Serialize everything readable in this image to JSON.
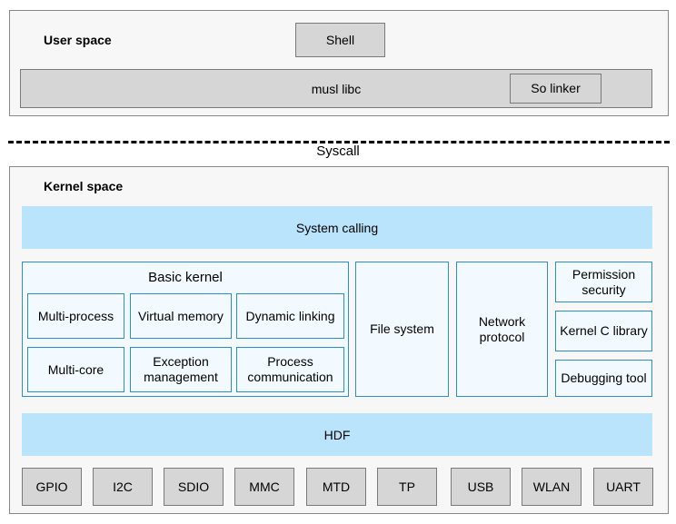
{
  "diagram": {
    "title_user_space": "User space",
    "title_kernel_space": "Kernel space",
    "divider_label": "Syscall"
  },
  "user_space": {
    "shell": "Shell",
    "libc_bar": "musl libc",
    "so_linker": "So linker"
  },
  "kernel_space": {
    "system_calling": "System calling",
    "hdf": "HDF",
    "basic_kernel": {
      "title": "Basic kernel",
      "items": [
        "Multi-process",
        "Virtual memory",
        "Dynamic linking",
        "Multi-core",
        "Exception management",
        "Process communication"
      ]
    },
    "columns": [
      "File system",
      "Network protocol"
    ],
    "right_stack": [
      "Permission security",
      "Kernel C library",
      "Debugging tool"
    ],
    "hal": [
      "GPIO",
      "I2C",
      "SDIO",
      "MMC",
      "MTD",
      "TP",
      "USB",
      "WLAN",
      "UART"
    ]
  },
  "colors": {
    "blue_bar_fill": "#b9e4fb",
    "light_blue_fill": "#f2faff",
    "blue_border": "#2e8bd0",
    "gray_fill": "#d6d6d6",
    "gray_border": "#7a7a7a",
    "frame_fill": "#f7f7f7",
    "frame_border": "#888888"
  }
}
